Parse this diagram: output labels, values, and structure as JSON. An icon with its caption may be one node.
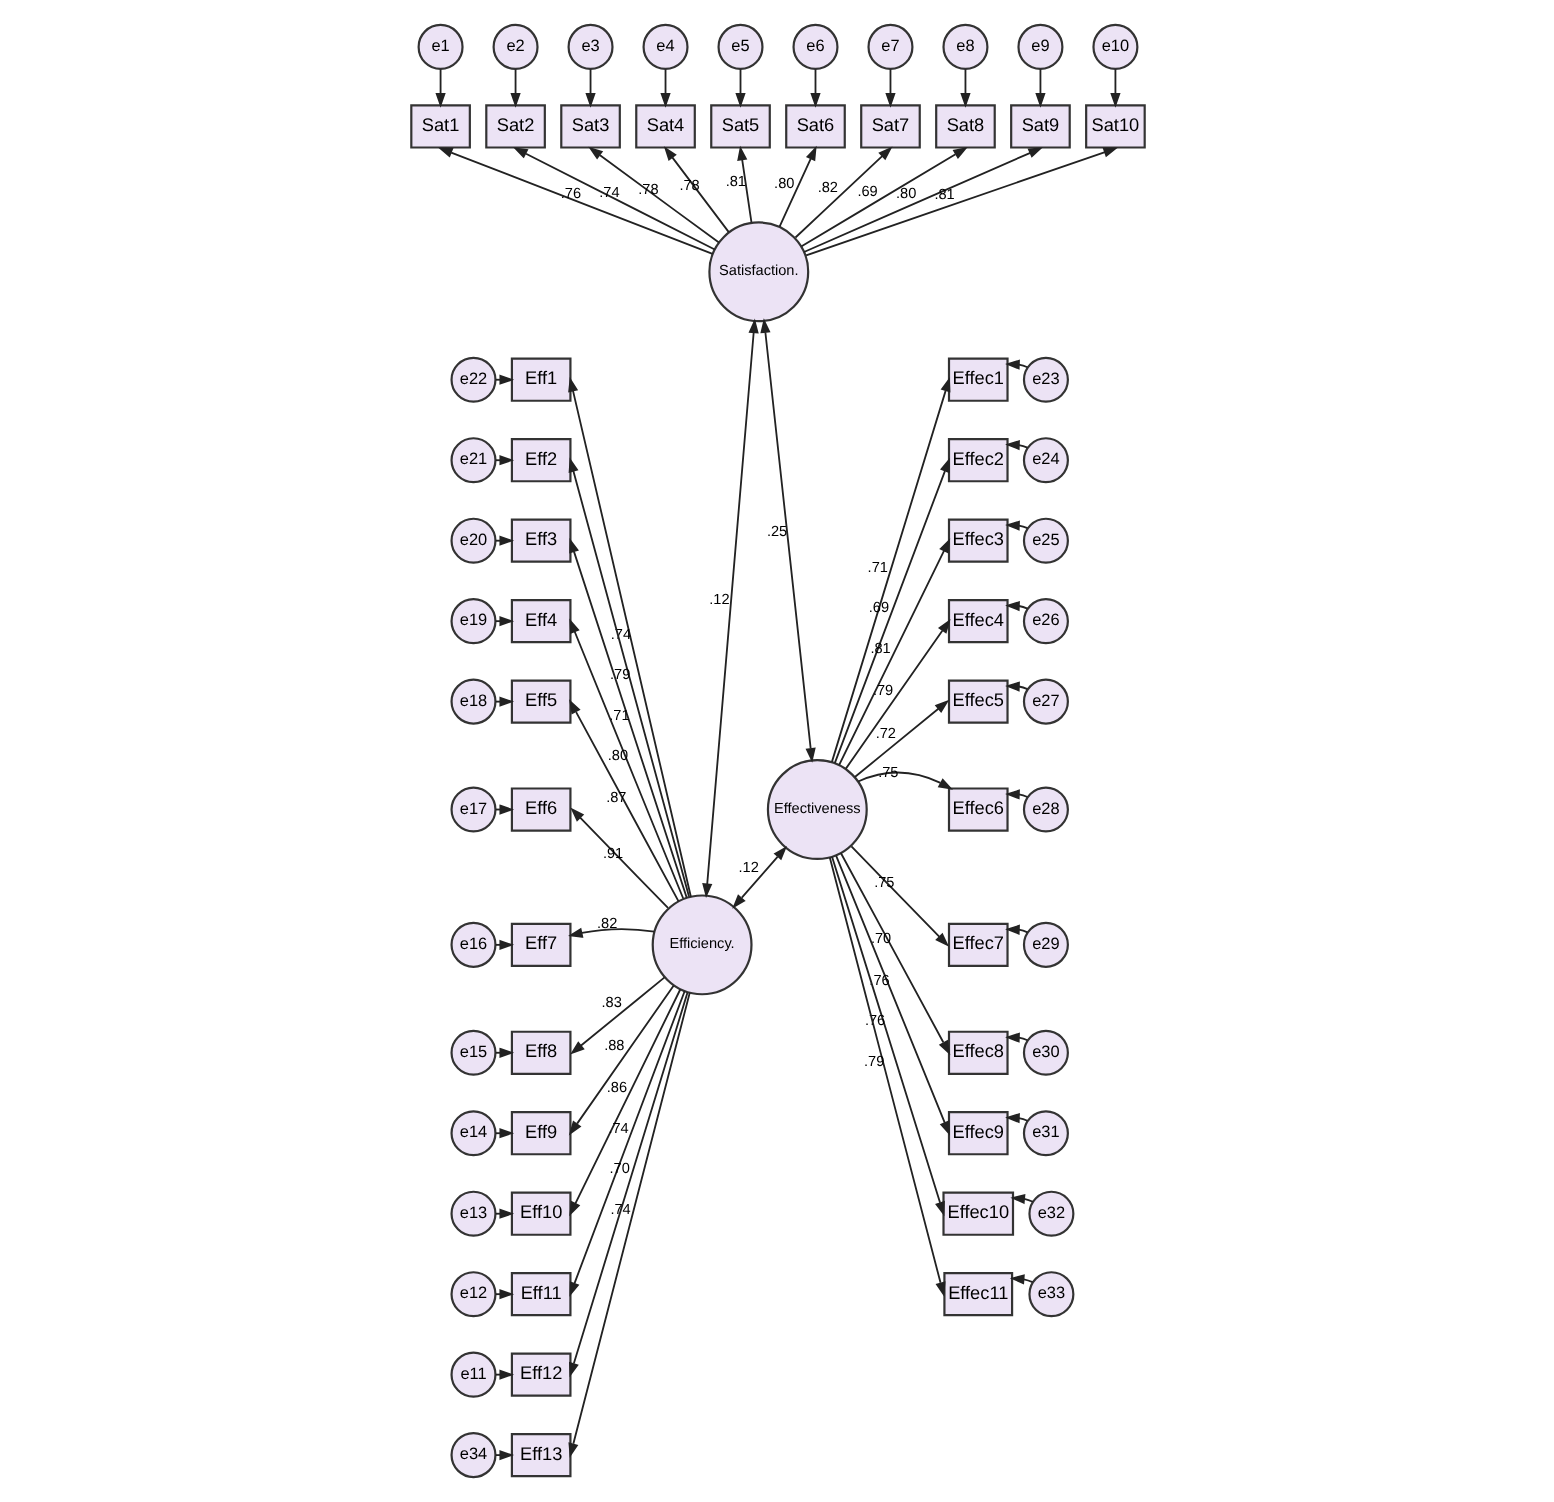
{
  "diagram": {
    "nodes": [
      {
        "text": [
          "e1"
        ]
      },
      {
        "text": [
          "e2"
        ]
      },
      {
        "text": [
          "e3"
        ]
      },
      {
        "text": [
          "e4"
        ]
      },
      {
        "text": [
          "e5"
        ]
      },
      {
        "text": [
          "e6"
        ]
      },
      {
        "text": [
          "e7"
        ]
      },
      {
        "text": [
          "e8"
        ]
      },
      {
        "text": [
          "e9"
        ]
      },
      {
        "text": [
          "e10"
        ]
      },
      {
        "text": [
          "Sat1"
        ]
      },
      {
        "text": [
          "Sat2"
        ]
      },
      {
        "text": [
          "Sat3"
        ]
      },
      {
        "text": [
          "Sat4"
        ]
      },
      {
        "text": [
          "Sat5"
        ]
      },
      {
        "text": [
          "Sat6"
        ]
      },
      {
        "text": [
          "Sat7"
        ]
      },
      {
        "text": [
          "Sat8"
        ]
      },
      {
        "text": [
          "Sat9"
        ]
      },
      {
        "text": [
          "Sat10"
        ]
      },
      {
        "text": [
          "Satisfaction."
        ]
      },
      {
        "text": [
          "e22"
        ]
      },
      {
        "text": [
          "e21"
        ]
      },
      {
        "text": [
          "e20"
        ]
      },
      {
        "text": [
          "e19"
        ]
      },
      {
        "text": [
          "e18"
        ]
      },
      {
        "text": [
          "e17"
        ]
      },
      {
        "text": [
          "e16"
        ]
      },
      {
        "text": [
          "e15"
        ]
      },
      {
        "text": [
          "e14"
        ]
      },
      {
        "text": [
          "e13"
        ]
      },
      {
        "text": [
          "e12"
        ]
      },
      {
        "text": [
          "e11"
        ]
      },
      {
        "text": [
          "e34"
        ]
      },
      {
        "text": [
          "Eff1"
        ]
      },
      {
        "text": [
          "Eff2"
        ]
      },
      {
        "text": [
          "Eff3"
        ]
      },
      {
        "text": [
          "Eff4"
        ]
      },
      {
        "text": [
          "Eff5"
        ]
      },
      {
        "text": [
          "Eff6"
        ]
      },
      {
        "text": [
          "Eff7"
        ]
      },
      {
        "text": [
          "Eff8"
        ]
      },
      {
        "text": [
          "Eff9"
        ]
      },
      {
        "text": [
          "Eff10"
        ]
      },
      {
        "text": [
          "Eff11"
        ]
      },
      {
        "text": [
          "Eff12"
        ]
      },
      {
        "text": [
          "Eff13"
        ]
      },
      {
        "text": [
          "Efficiency."
        ]
      },
      {
        "text": [
          "Effectiveness"
        ]
      },
      {
        "text": [
          "Effec1"
        ]
      },
      {
        "text": [
          "Effec2"
        ]
      },
      {
        "text": [
          "Effec3"
        ]
      },
      {
        "text": [
          "Effec4"
        ]
      },
      {
        "text": [
          "Effec5"
        ]
      },
      {
        "text": [
          "Effec6"
        ]
      },
      {
        "text": [
          "Effec7"
        ]
      },
      {
        "text": [
          "Effec8"
        ]
      },
      {
        "text": [
          "Effec9"
        ]
      },
      {
        "text": [
          "Effec10"
        ]
      },
      {
        "text": [
          "Effec11"
        ]
      },
      {
        "text": [
          "e23"
        ]
      },
      {
        "text": [
          "e24"
        ]
      },
      {
        "text": [
          "e25"
        ]
      },
      {
        "text": [
          "e26"
        ]
      },
      {
        "text": [
          "e27"
        ]
      },
      {
        "text": [
          "e28"
        ]
      },
      {
        "text": [
          "e29"
        ]
      },
      {
        "text": [
          "e30"
        ]
      },
      {
        "text": [
          "e31"
        ]
      },
      {
        "text": [
          "e32"
        ]
      },
      {
        "text": [
          "e33"
        ]
      }
    ],
    "edges": [
      {
        "from": 0,
        "to": 10,
        "arrow": "to"
      },
      {
        "from": 1,
        "to": 11,
        "arrow": "to"
      },
      {
        "from": 2,
        "to": 12,
        "arrow": "to"
      },
      {
        "from": 3,
        "to": 13,
        "arrow": "to"
      },
      {
        "from": 4,
        "to": 14,
        "arrow": "to"
      },
      {
        "from": 5,
        "to": 15,
        "arrow": "to"
      },
      {
        "from": 6,
        "to": 16,
        "arrow": "to"
      },
      {
        "from": 7,
        "to": 17,
        "arrow": "to"
      },
      {
        "from": 8,
        "to": 18,
        "arrow": "to"
      },
      {
        "from": 9,
        "to": 19,
        "arrow": "to"
      },
      {
        "from": 20,
        "to": 10,
        "arrow": "to",
        "label": ".76"
      },
      {
        "from": 20,
        "to": 11,
        "arrow": "to",
        "label": ".74"
      },
      {
        "from": 20,
        "to": 12,
        "arrow": "to",
        "label": ".78"
      },
      {
        "from": 20,
        "to": 13,
        "arrow": "to",
        "label": ".78"
      },
      {
        "from": 20,
        "to": 14,
        "arrow": "to",
        "label": ".81"
      },
      {
        "from": 20,
        "to": 15,
        "arrow": "to",
        "label": ".80"
      },
      {
        "from": 20,
        "to": 16,
        "arrow": "to",
        "label": ".82"
      },
      {
        "from": 20,
        "to": 17,
        "arrow": "to",
        "label": ".69"
      },
      {
        "from": 20,
        "to": 18,
        "arrow": "to",
        "label": ".80"
      },
      {
        "from": 20,
        "to": 19,
        "arrow": "to",
        "label": ".81"
      },
      {
        "from": 21,
        "to": 34,
        "arrow": "to"
      },
      {
        "from": 22,
        "to": 35,
        "arrow": "to"
      },
      {
        "from": 23,
        "to": 36,
        "arrow": "to"
      },
      {
        "from": 24,
        "to": 37,
        "arrow": "to"
      },
      {
        "from": 25,
        "to": 38,
        "arrow": "to"
      },
      {
        "from": 26,
        "to": 39,
        "arrow": "to"
      },
      {
        "from": 27,
        "to": 40,
        "arrow": "to"
      },
      {
        "from": 28,
        "to": 41,
        "arrow": "to"
      },
      {
        "from": 29,
        "to": 42,
        "arrow": "to"
      },
      {
        "from": 30,
        "to": 43,
        "arrow": "to"
      },
      {
        "from": 31,
        "to": 44,
        "arrow": "to"
      },
      {
        "from": 32,
        "to": 45,
        "arrow": "to"
      },
      {
        "from": 33,
        "to": 46,
        "arrow": "to"
      },
      {
        "from": 47,
        "to": 34,
        "arrow": "to",
        "label": ".74"
      },
      {
        "from": 47,
        "to": 35,
        "arrow": "to",
        "label": ".79"
      },
      {
        "from": 47,
        "to": 36,
        "arrow": "to",
        "label": ".71"
      },
      {
        "from": 47,
        "to": 37,
        "arrow": "to",
        "label": ".80"
      },
      {
        "from": 47,
        "to": 38,
        "arrow": "to",
        "label": ".87"
      },
      {
        "from": 47,
        "to": 39,
        "arrow": "to",
        "label": ".91"
      },
      {
        "from": 47,
        "to": 40,
        "arrow": "to",
        "label": ".82"
      },
      {
        "from": 47,
        "to": 41,
        "arrow": "to",
        "label": ".83"
      },
      {
        "from": 47,
        "to": 42,
        "arrow": "to",
        "label": ".88"
      },
      {
        "from": 47,
        "to": 43,
        "arrow": "to",
        "label": ".86"
      },
      {
        "from": 47,
        "to": 44,
        "arrow": "to",
        "label": ".74"
      },
      {
        "from": 47,
        "to": 45,
        "arrow": "to",
        "label": ".70"
      },
      {
        "from": 47,
        "to": 46,
        "arrow": "to",
        "label": ".74"
      },
      {
        "from": 48,
        "to": 49,
        "arrow": "to",
        "label": ".71"
      },
      {
        "from": 48,
        "to": 50,
        "arrow": "to",
        "label": ".69"
      },
      {
        "from": 48,
        "to": 51,
        "arrow": "to",
        "label": ".81"
      },
      {
        "from": 48,
        "to": 52,
        "arrow": "to",
        "label": ".79"
      },
      {
        "from": 48,
        "to": 53,
        "arrow": "to",
        "label": ".72"
      },
      {
        "from": 48,
        "to": 54,
        "arrow": "to",
        "label": ".75"
      },
      {
        "from": 48,
        "to": 55,
        "arrow": "to",
        "label": ".75"
      },
      {
        "from": 48,
        "to": 56,
        "arrow": "to",
        "label": ".70"
      },
      {
        "from": 48,
        "to": 57,
        "arrow": "to",
        "label": ".76"
      },
      {
        "from": 48,
        "to": 58,
        "arrow": "to",
        "label": ".76"
      },
      {
        "from": 48,
        "to": 59,
        "arrow": "to",
        "label": ".79"
      },
      {
        "from": 60,
        "to": 49,
        "arrow": "to"
      },
      {
        "from": 61,
        "to": 50,
        "arrow": "to"
      },
      {
        "from": 62,
        "to": 51,
        "arrow": "to"
      },
      {
        "from": 63,
        "to": 52,
        "arrow": "to"
      },
      {
        "from": 64,
        "to": 53,
        "arrow": "to"
      },
      {
        "from": 65,
        "to": 54,
        "arrow": "to"
      },
      {
        "from": 66,
        "to": 55,
        "arrow": "to"
      },
      {
        "from": 67,
        "to": 56,
        "arrow": "to"
      },
      {
        "from": 68,
        "to": 57,
        "arrow": "to"
      },
      {
        "from": 69,
        "to": 58,
        "arrow": "to"
      },
      {
        "from": 70,
        "to": 59,
        "arrow": "to"
      },
      {
        "from": 47,
        "to": 48,
        "arrow": "both",
        "label": ".12"
      },
      {
        "from": 20,
        "to": 47,
        "arrow": "both",
        "label": ".12"
      },
      {
        "from": 20,
        "to": 48,
        "arrow": "both",
        "label": ".25"
      }
    ]
  }
}
